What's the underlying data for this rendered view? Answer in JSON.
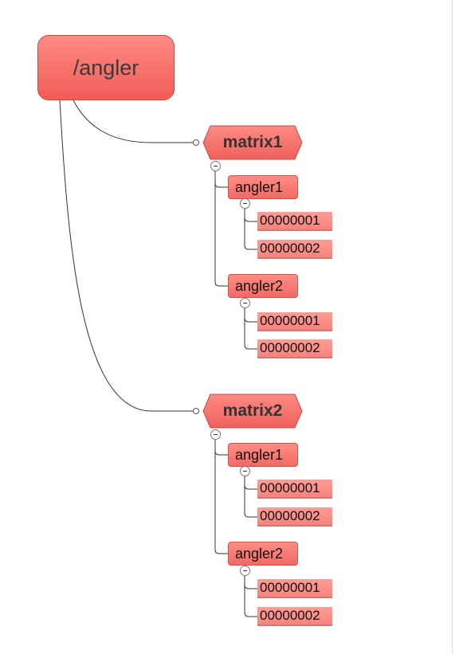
{
  "diagram": {
    "root": {
      "label": "/angler",
      "color": "#f26b66"
    },
    "branches": [
      {
        "label": "matrix1",
        "color": "#f26b66",
        "children": [
          {
            "label": "angler1",
            "children": [
              {
                "label": "00000001"
              },
              {
                "label": "00000002"
              }
            ]
          },
          {
            "label": "angler2",
            "children": [
              {
                "label": "00000001"
              },
              {
                "label": "00000002"
              }
            ]
          }
        ]
      },
      {
        "label": "matrix2",
        "color": "#f26b66",
        "children": [
          {
            "label": "angler1",
            "children": [
              {
                "label": "00000001"
              },
              {
                "label": "00000002"
              }
            ]
          },
          {
            "label": "angler2",
            "children": [
              {
                "label": "00000001"
              },
              {
                "label": "00000002"
              }
            ]
          }
        ]
      }
    ],
    "icons": {
      "collapse": "minus-circle-icon",
      "connector": "connector-dot-icon"
    }
  }
}
